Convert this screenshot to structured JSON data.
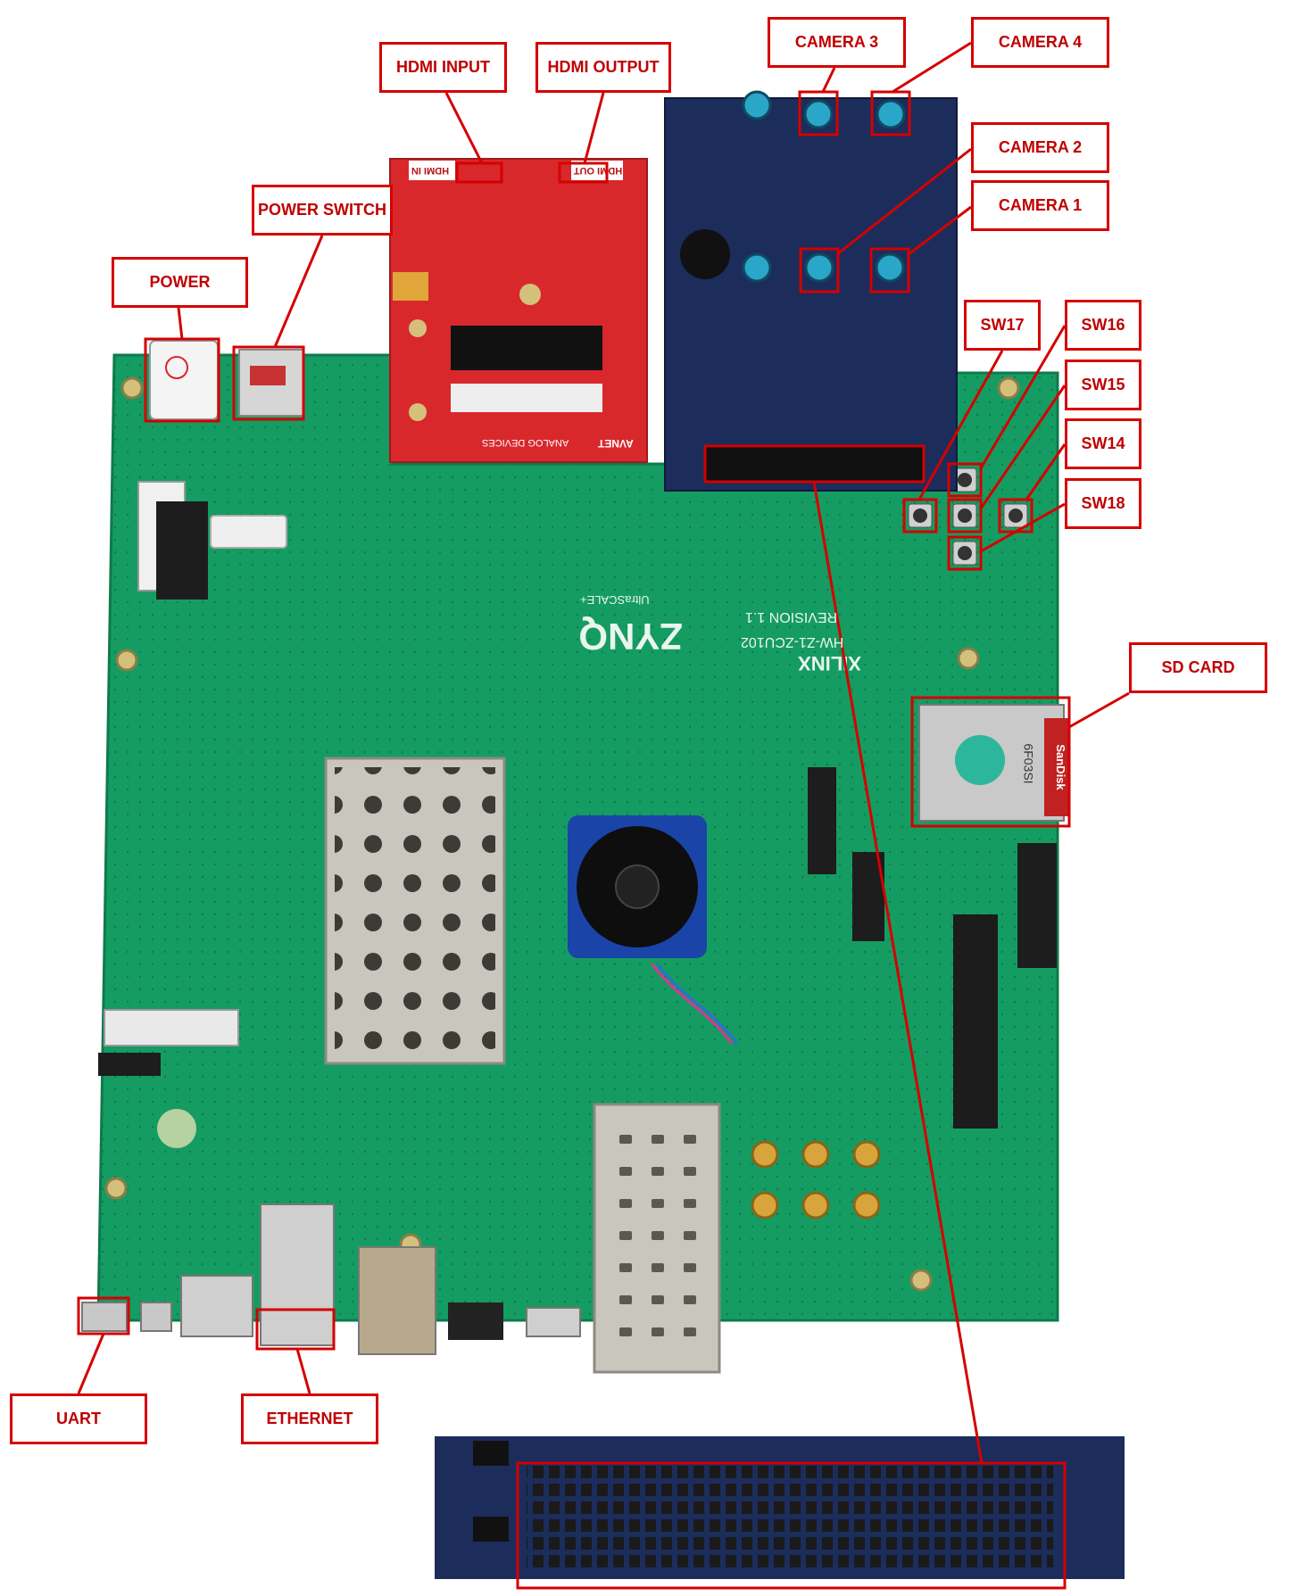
{
  "labels": {
    "hdmi_input": "HDMI INPUT",
    "hdmi_output": "HDMI OUTPUT",
    "camera_3": "CAMERA 3",
    "camera_4": "CAMERA 4",
    "camera_2": "CAMERA 2",
    "camera_1": "CAMERA 1",
    "power_switch": "POWER SWITCH",
    "power": "POWER",
    "sw17": "SW17",
    "sw16": "SW16",
    "sw15": "SW15",
    "sw14": "SW14",
    "sw18": "SW18",
    "sd_card": "SD CARD",
    "uart": "UART",
    "ethernet": "ETHERNET"
  },
  "board_text": {
    "brand": "XILINX",
    "product": "ZYNQ",
    "family": "UltraSCALE+",
    "model": "HW-Z1-ZCU102",
    "revision": "REVISION 1.1",
    "hdmi_in_silk": "HDMI IN",
    "hdmi_out_silk": "HDMI OUT",
    "fmc_maker": "AVNET",
    "fmc_maker2": "ANALOG DEVICES",
    "sd_brand": "SanDisk",
    "sd_code": "6F03SI"
  },
  "colors": {
    "annotation_red": "#d50000",
    "label_text": "#c00000",
    "pcb_green": "#159c62",
    "hdmi_card_red": "#d8282c",
    "camera_card_blue": "#1c2d5c",
    "connector_teal": "#2aa6c8",
    "shield_silver": "#c9c6bd"
  }
}
